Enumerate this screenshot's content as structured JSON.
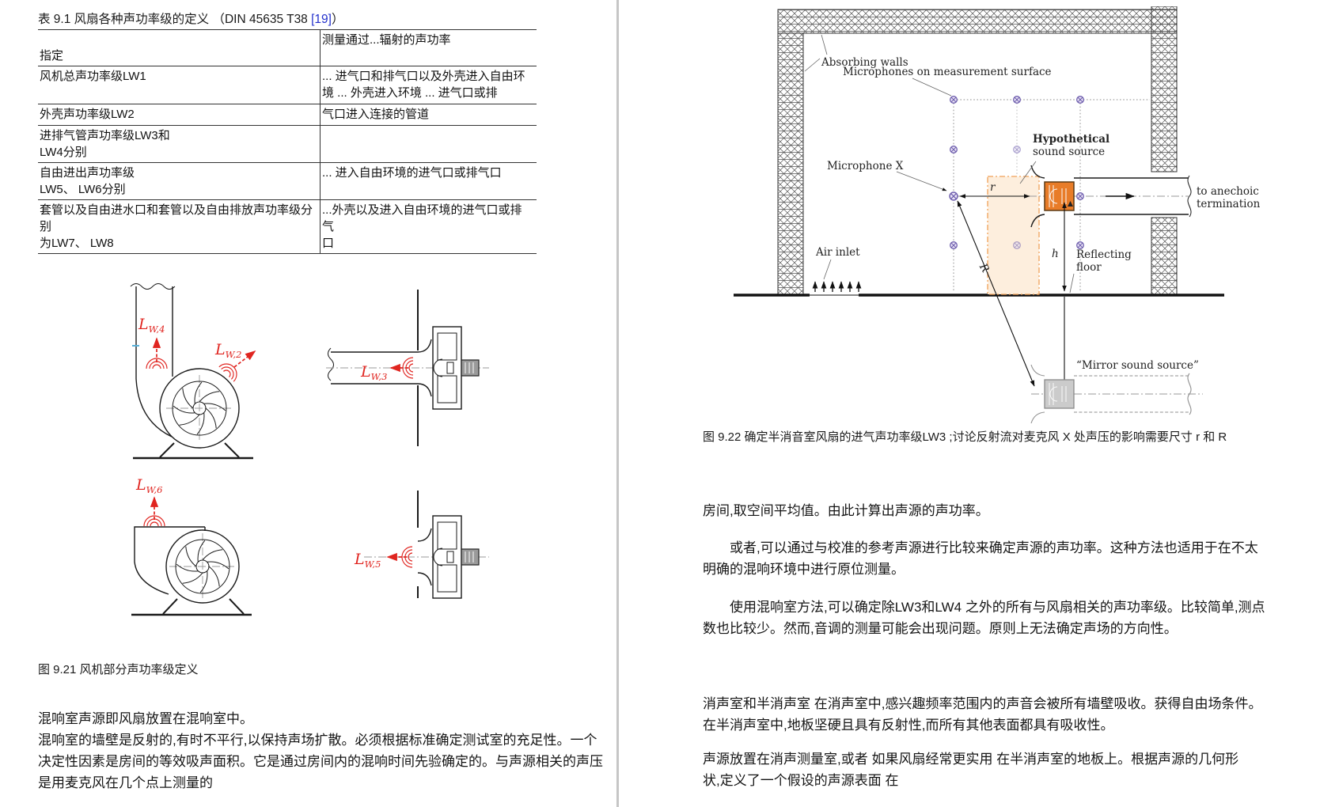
{
  "left": {
    "table_title": {
      "prefix": "表 9.1 风扇各种声功率级的定义 （DIN 45635 T38 ",
      "link": "[19]",
      "suffix": "）"
    },
    "table": {
      "rows": [
        {
          "left": "指定",
          "right": "测量通过...辐射的声功率"
        },
        {
          "left": "风机总声功率级LW1",
          "right": "... 进气口和排气口以及外壳进入自由环\n境 ... 外壳进入环境 ... 进气口或排"
        },
        {
          "left": "外壳声功率级LW2",
          "right": "气口进入连接的管道"
        },
        {
          "left": "进排气管声功率级LW3和\nLW4分别",
          "right": ""
        },
        {
          "left": "自由进出声功率级\nLW5、 LW6分别",
          "right": "... 进入自由环境的进气口或排气口"
        },
        {
          "left": "套管以及自由进水口和套管以及自由排放声功率级分别\n为LW7、 LW8",
          "right": "...外壳以及进入自由环境的进气口或排气\n口"
        }
      ]
    },
    "figure921": {
      "lw4": {
        "base": "L",
        "sub": "W,4"
      },
      "lw2": {
        "base": "L",
        "sub": "W,2"
      },
      "lw3": {
        "base": "L",
        "sub": "W,3"
      },
      "lw6": {
        "base": "L",
        "sub": "W,6"
      },
      "lw5": {
        "base": "L",
        "sub": "W,5"
      },
      "accent_red": "#e02520",
      "caption": "图 9.21 风机部分声功率级定义"
    },
    "text_lines": [
      "混响室声源即风扇放置在混响室中。",
      "混响室的墙壁是反射的,有时不平行,以保持声场扩散。必须根据标准确定测试室的充足性。一个",
      "决定性因素是房间的等效吸声面积。它是通过房间内的混响时间先验确定的。与声源相关的声压",
      "是用麦克风在几个点上测量的"
    ]
  },
  "right": {
    "figure922": {
      "labels": {
        "absorbing_walls": "Absorbing walls",
        "microphones": "Microphones on measurement surface",
        "microphone_x": "Microphone X",
        "hypothetical_line1": "Hypothetical",
        "hypothetical_line2": "sound source",
        "air_inlet": "Air inlet",
        "reflecting_line1": "Reflecting",
        "reflecting_line2": "floor",
        "to_anechoic_line1": "to anechoic",
        "to_anechoic_line2": "termination",
        "mirror_source": "“Mirror sound source”",
        "dim_r": "r",
        "dim_h": "h",
        "dim_R": "R"
      },
      "colors": {
        "fan_fill": "#e87c28",
        "source_region_fill": "#fdeedd",
        "source_region_border": "#f0a058",
        "microphone": "#6f5fae",
        "mirror_grey": "#8f8f8f"
      },
      "caption": "图 9.22 确定半消音室风扇的进气声功率级LW3 ;讨论反射流对麦克风 X 处声压的影响需要尺寸 r 和 R"
    },
    "paragraphs": [
      {
        "lines": [
          "房间,取空间平均值。由此计算出声源的声功率。"
        ]
      },
      {
        "lines": [
          "或者,可以通过与校准的参考声源进行比较来确定声源的声功率。这种方法也适用于在不太",
          "明确的混响环境中进行原位测量。"
        ]
      },
      {
        "lines": [
          "使用混响室方法,可以确定除LW3和LW4 之外的所有与风扇相关的声功率级。比较简单,测点",
          "数也比较少。然而,音调的测量可能会出现问题。原则上无法确定声场的方向性。"
        ]
      },
      {
        "lines": [
          "消声室和半消声室 在消声室中,感兴趣频率范围内的声音会被所有墙壁吸收。获得自由场条件。",
          "在半消声室中,地板坚硬且具有反射性,而所有其他表面都具有吸收性。"
        ]
      },
      {
        "lines": [
          "声源放置在消声测量室,或者 如果风扇经常更实用 在半消声室的地板上。根据声源的几何形",
          "状,定义了一个假设的声源表面 在"
        ]
      }
    ]
  }
}
